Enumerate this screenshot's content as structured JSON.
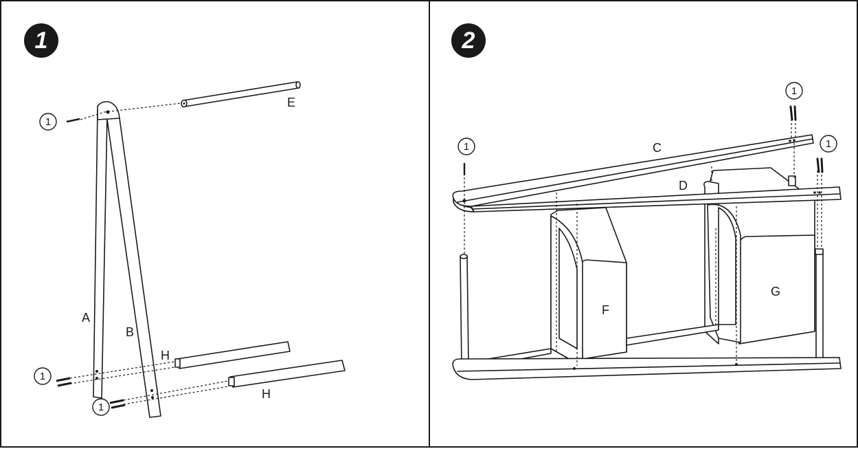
{
  "steps": [
    {
      "number": "1",
      "parts": {
        "a": "A",
        "b": "B",
        "e": "E",
        "h1": "H",
        "h2": "H"
      },
      "screw_callouts": [
        "①",
        "①",
        "①"
      ]
    },
    {
      "number": "2",
      "parts": {
        "c": "C",
        "d": "D",
        "f": "F",
        "g": "G"
      },
      "screw_callouts": [
        "①",
        "①",
        "①"
      ]
    }
  ],
  "colors": {
    "line": "#1a1a1a",
    "background": "#ffffff"
  },
  "icons": {
    "badge": "step-number-badge",
    "callout": "circled-screw-label",
    "screw": "screw-icon"
  }
}
